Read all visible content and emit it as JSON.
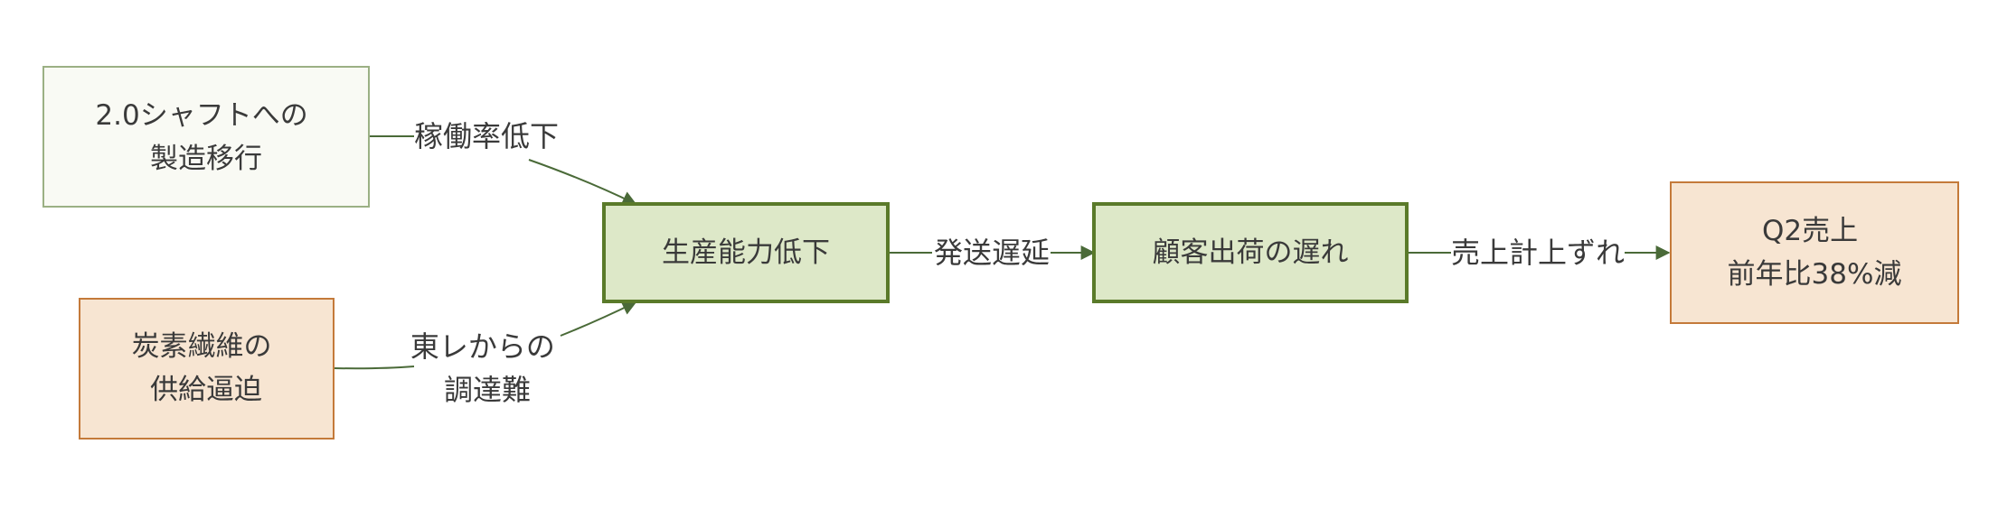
{
  "nodes": {
    "shaft_transition": {
      "lines": [
        "2.0シャフトへの",
        "製造移行"
      ]
    },
    "carbon_supply": {
      "lines": [
        "炭素繊維の",
        "供給逼迫"
      ]
    },
    "capacity_drop": {
      "lines": [
        "生産能力低下"
      ]
    },
    "shipment_delay": {
      "lines": [
        "顧客出荷の遅れ"
      ]
    },
    "sales_decline": {
      "lines": [
        "Q2売上",
        "前年比38%減"
      ]
    }
  },
  "edges": {
    "shaft_to_capacity": {
      "lines": [
        "稼働率低下"
      ]
    },
    "carbon_to_capacity": {
      "lines": [
        "東レからの",
        "調達難"
      ]
    },
    "capacity_to_shipment": {
      "lines": [
        "発送遅延"
      ]
    },
    "shipment_to_sales": {
      "lines": [
        "売上計上ずれ"
      ]
    }
  },
  "colors": {
    "green_fill": "#dde8c8",
    "green_stroke": "#5a7a2a",
    "light_fill": "#f9faf4",
    "light_stroke": "#9bb084",
    "orange_fill": "#f7e5d2",
    "orange_stroke": "#c47a3a",
    "connector": "#4a6a38"
  }
}
